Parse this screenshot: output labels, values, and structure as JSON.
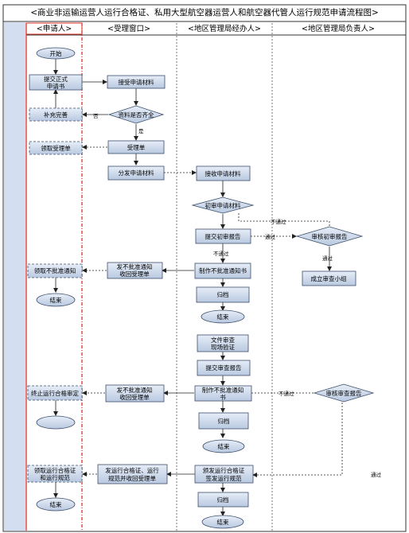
{
  "title": "<商业非运输运营人运行合格证、私用大型航空器运营人和航空器代管人运行规范申请流程图>",
  "lanes": [
    "<申请人>",
    "<受理窗口>",
    "<地区管理局经办人>",
    "<地区管理局负责人>"
  ],
  "nodes": {
    "start": "开始",
    "submit_l1": "提交正式",
    "submit_l2": "申请书",
    "receive_materials": "接受申请材料",
    "complete_materials": "补充完善",
    "materials_check": "资料是否齐全",
    "get_receipt": "领取受理单",
    "receipt": "受理单",
    "distribute": "分发申请材料",
    "receive_app": "接收申请材料",
    "prelim_review": "初审申请材料",
    "submit_prelim": "提交初审报告",
    "review_prelim": "审核初审报告",
    "form_team": "成立审查小组",
    "get_notice1": "领取不批准通知",
    "notice1_l1": "发不批准通知",
    "notice1_l2": "收回受理单",
    "make_notice1": "制作不批准通知书",
    "archive1": "归档",
    "end_app1": "结束",
    "end_staff1": "结束",
    "doc_review_l1": "文件审查",
    "doc_review_l2": "现场验证",
    "submit_review": "提交审查报告",
    "stop_app": "终止运行合格审定",
    "notice2_l1": "发不批准通知",
    "notice2_l2": "收回受理单",
    "make_notice2_l1": "制作不批准通知",
    "make_notice2_l2": "书",
    "review_report": "审核审查报告",
    "archive2": "归档",
    "end_staff2": "结束",
    "get_cert_l1": "领取运行合格证",
    "get_cert_l2": "和运行规范",
    "issue_cert_l1": "发运行合格证、运行",
    "issue_cert_l2": "规范并收回受理单",
    "sign_cert_l1": "颁发运行合格证",
    "sign_cert_l2": "签发运行规范",
    "archive3": "归档",
    "end_app3": "结束",
    "end_staff3": "结束"
  },
  "labels": {
    "no": "否",
    "yes": "是",
    "fail1": "不通过",
    "pass1": "通过",
    "fail2": "不通过",
    "pass2": "通过",
    "fail3": "不通过",
    "pass3": "通过"
  },
  "colors": {
    "node_fill": "#c9d7ea",
    "node_stroke": "#3d4f6a",
    "lane_red": "#e0302a",
    "frame": "#333333",
    "bar_fill": "#d3def0"
  }
}
